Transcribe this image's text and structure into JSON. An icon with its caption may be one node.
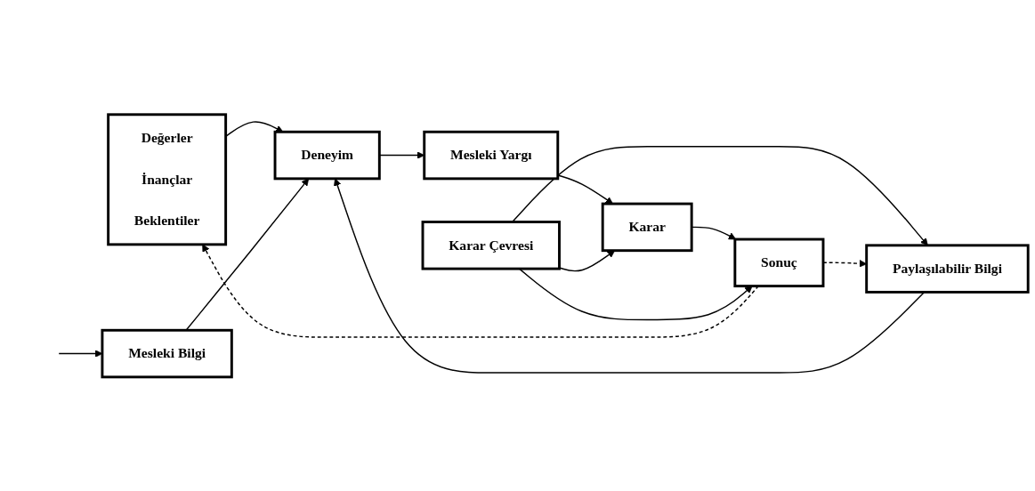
{
  "diagram": {
    "nodes": [
      {
        "text": [
          "Değerler",
          "İnançlar",
          "Beklentiler"
        ]
      },
      {
        "text": [
          "Paylaşılabilir Bilgi"
        ]
      },
      {
        "text": [
          "Karar Çevresi"
        ]
      },
      {
        "text": [
          "Deneyim"
        ]
      },
      {
        "text": [
          "Mesleki Yargı"
        ]
      },
      {
        "text": [
          "Karar"
        ]
      },
      {
        "text": [
          "Sonuç"
        ]
      },
      {
        "text": [
          "Mesleki Bilgi"
        ]
      }
    ],
    "edges": [
      {
        "from": 2,
        "to": 1,
        "arrow": "to"
      },
      {
        "from": 1,
        "to": 3,
        "arrow": "to"
      },
      {
        "from": 0,
        "to": 3,
        "arrow": "to"
      },
      {
        "from": 7,
        "to": 3,
        "arrow": "to"
      },
      {
        "from": null,
        "to": 7,
        "arrow": "to"
      },
      {
        "from": 3,
        "to": 4,
        "arrow": "to"
      },
      {
        "from": 4,
        "to": 5,
        "arrow": "to"
      },
      {
        "from": 5,
        "to": 6,
        "arrow": "to"
      },
      {
        "from": 2,
        "to": 5,
        "arrow": "to"
      },
      {
        "from": 2,
        "to": 6,
        "arrow": "to"
      },
      {
        "from": 6,
        "to": 1,
        "arrow": "to",
        "style": "dashed"
      },
      {
        "from": 6,
        "to": 0,
        "arrow": "to",
        "style": "dashed"
      }
    ]
  }
}
